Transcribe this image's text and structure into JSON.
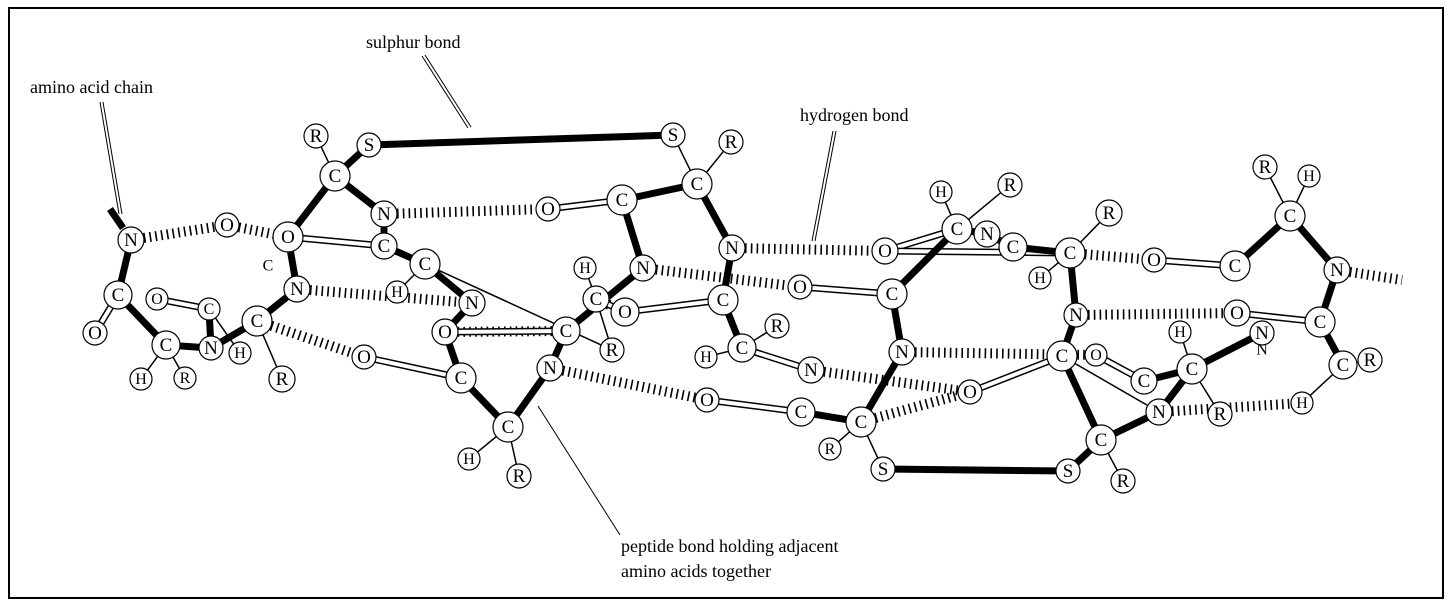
{
  "labels": {
    "amino_acid_chain": "amino acid chain",
    "sulphur_bond": "sulphur bond",
    "hydrogen_bond": "hydrogen bond",
    "peptide_line1": "peptide bond holding adjacent",
    "peptide_line2": "amino acids together"
  },
  "atom_symbols": [
    "N",
    "C",
    "O",
    "H",
    "R",
    "S"
  ],
  "colors": {
    "line": "#000000",
    "atom_fill": "#ffffff"
  }
}
